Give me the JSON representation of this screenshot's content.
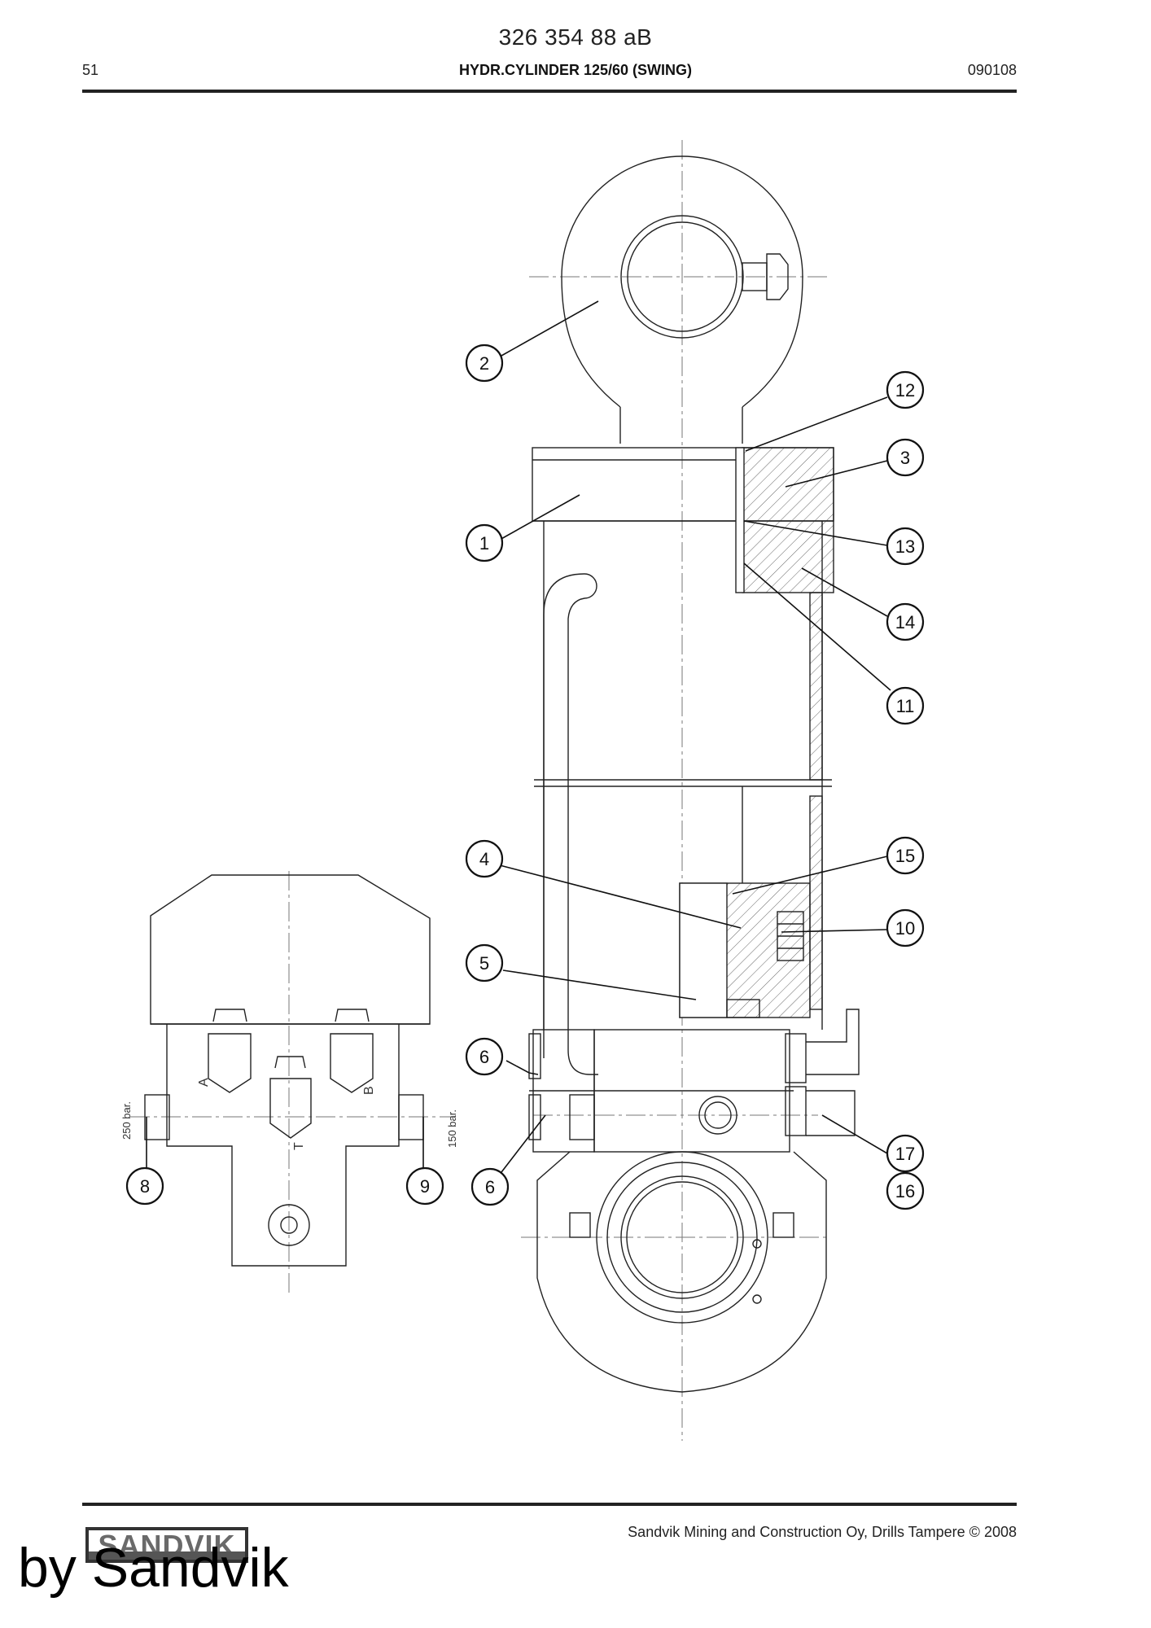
{
  "header": {
    "doc_number": "326 354 88 aB",
    "page_number": "51",
    "title": "HYDR.CYLINDER 125/60 (SWING)",
    "date": "090108"
  },
  "valve_labels": {
    "port_a": "A",
    "port_b": "B",
    "port_t": "T",
    "pressure_left": "250 bar.",
    "pressure_right": "150 bar."
  },
  "callouts": [
    {
      "id": "c2",
      "label": "2"
    },
    {
      "id": "c12",
      "label": "12"
    },
    {
      "id": "c3",
      "label": "3"
    },
    {
      "id": "c1",
      "label": "1"
    },
    {
      "id": "c13",
      "label": "13"
    },
    {
      "id": "c14",
      "label": "14"
    },
    {
      "id": "c11",
      "label": "11"
    },
    {
      "id": "c4",
      "label": "4"
    },
    {
      "id": "c15",
      "label": "15"
    },
    {
      "id": "c10",
      "label": "10"
    },
    {
      "id": "c5",
      "label": "5"
    },
    {
      "id": "c6a",
      "label": "6"
    },
    {
      "id": "c6b",
      "label": "6"
    },
    {
      "id": "c17",
      "label": "17"
    },
    {
      "id": "c16",
      "label": "16"
    },
    {
      "id": "c8",
      "label": "8"
    },
    {
      "id": "c9",
      "label": "9"
    }
  ],
  "footer": {
    "copyright": "Sandvik Mining and Construction Oy, Drills Tampere © 2008",
    "logo_text": "SANDVIK",
    "watermark": "by Sandvik"
  }
}
